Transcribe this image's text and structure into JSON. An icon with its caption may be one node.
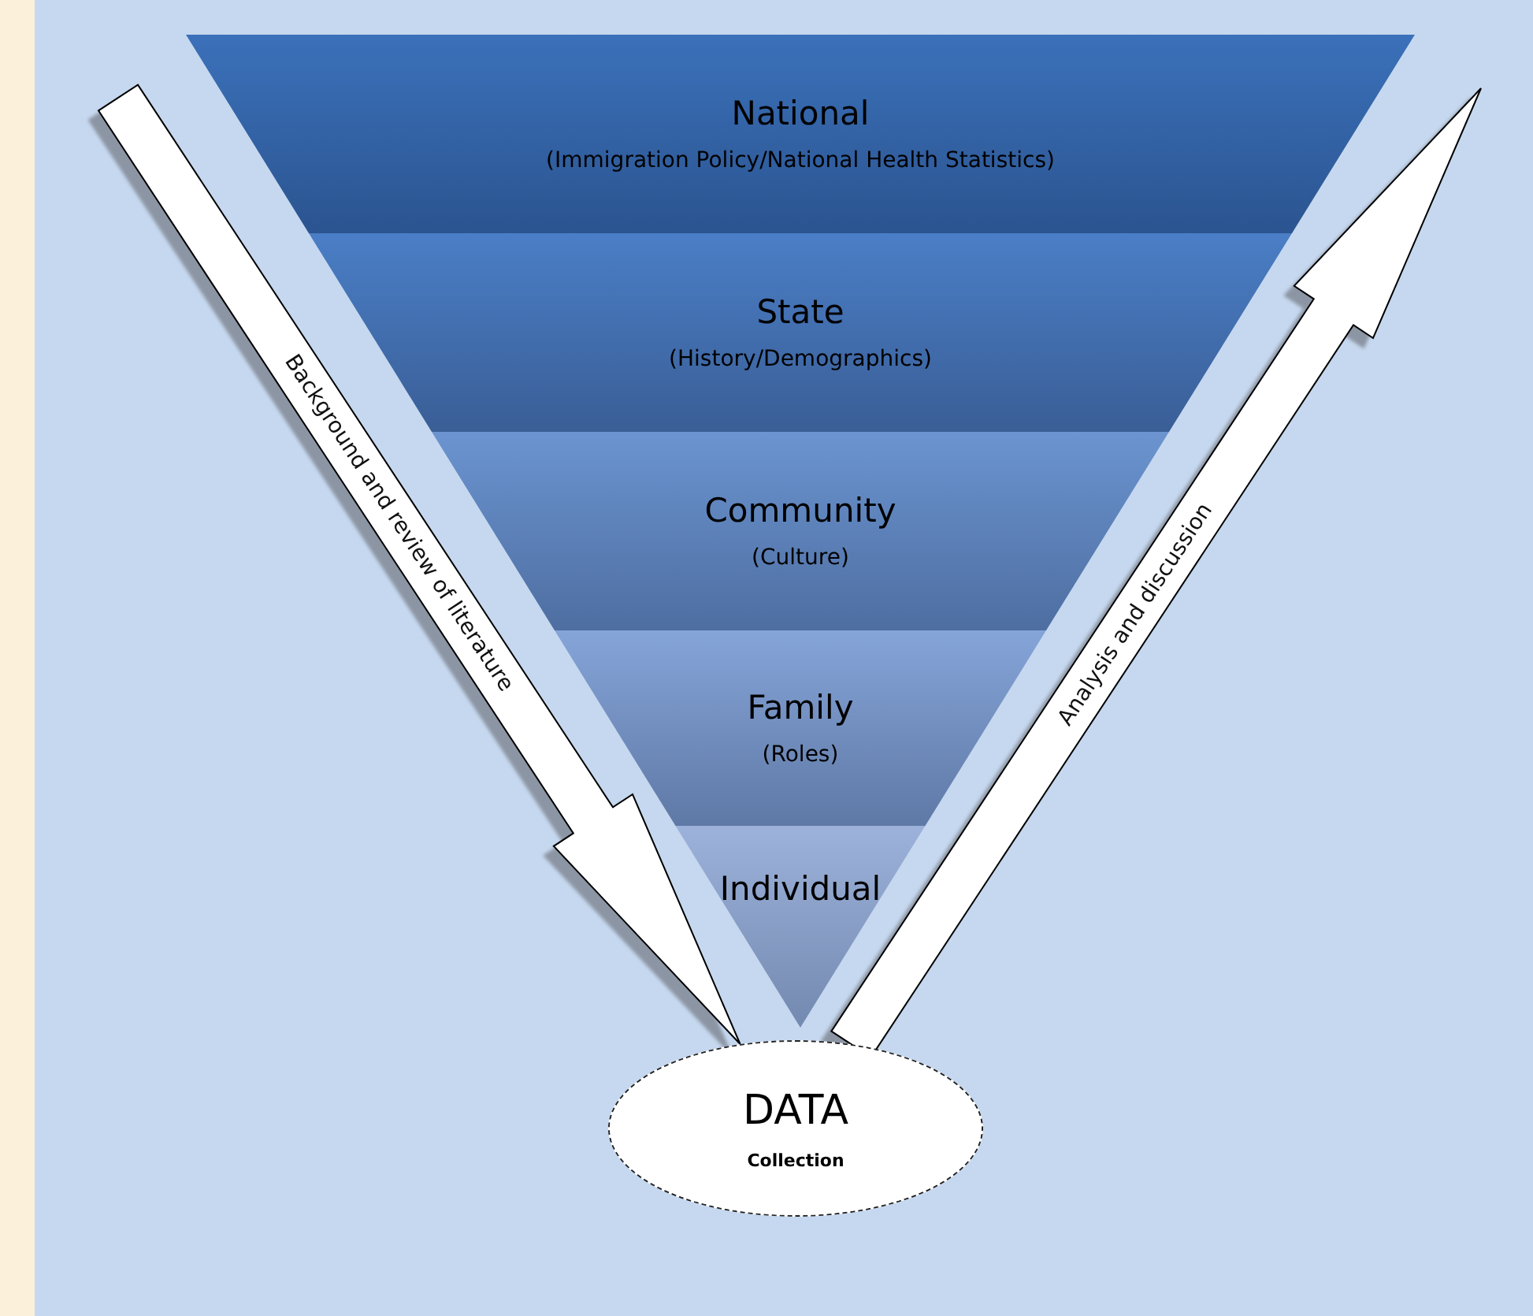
{
  "diagram": {
    "nodes": [
      {
        "text": [
          "National",
          "(Immigration Policy/National Health Statistics)"
        ]
      },
      {
        "text": [
          "State",
          "(History/Demographics)"
        ]
      },
      {
        "text": [
          "Community",
          "(Culture)"
        ]
      },
      {
        "text": [
          "Family",
          "(Roles)"
        ]
      },
      {
        "text": [
          "Individual"
        ]
      },
      {
        "text": [
          "DATA",
          "Collection"
        ]
      }
    ],
    "edges": [
      {
        "from": null,
        "to": 5,
        "arrow": "to",
        "label": "Background and review of literature"
      },
      {
        "from": 5,
        "to": null,
        "arrow": "to",
        "label": "Analysis and discussion"
      }
    ]
  }
}
